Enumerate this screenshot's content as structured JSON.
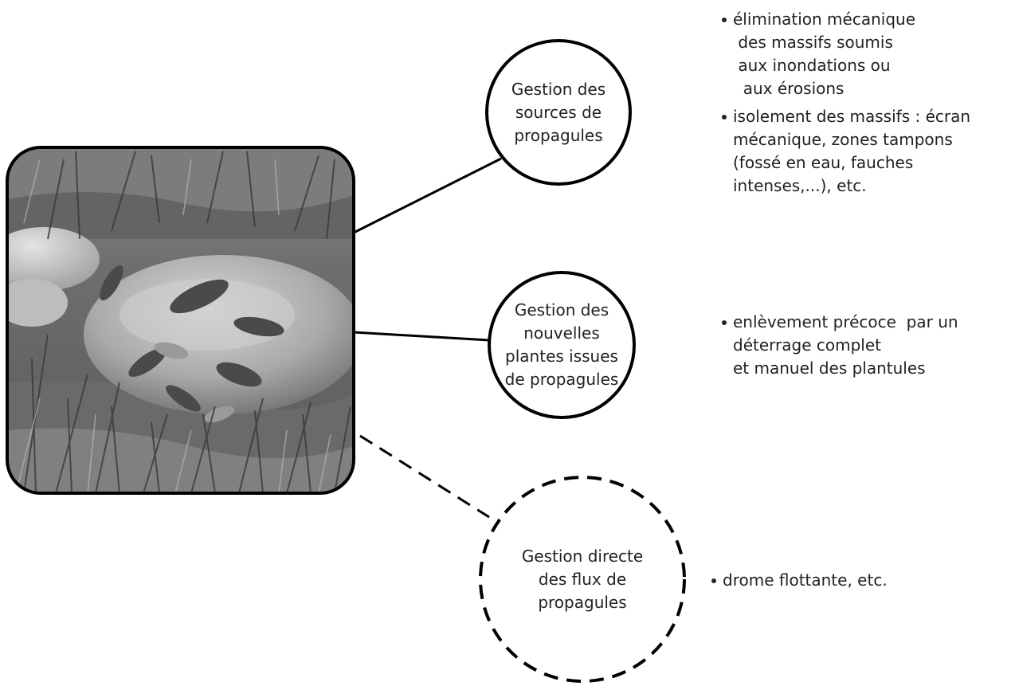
{
  "colors": {
    "stroke": "#000000",
    "text": "#222222",
    "background": "#ffffff"
  },
  "photo": {
    "subject": "grayscale photo of plants and grass growing around a large rock"
  },
  "circles": [
    {
      "id": "sources",
      "lines": [
        "Gestion des",
        "sources de",
        "propagules"
      ],
      "style": "solid"
    },
    {
      "id": "nouvelles",
      "lines": [
        "Gestion des",
        "nouvelles",
        "plantes issues",
        "de propagules"
      ],
      "style": "solid"
    },
    {
      "id": "flux",
      "lines": [
        "Gestion directe",
        "des flux de",
        "propagules"
      ],
      "style": "dashed"
    }
  ],
  "bullets": {
    "sources": [
      {
        "lines": [
          "élimination mécanique",
          " des massifs soumis",
          " aux inondations ou",
          "  aux érosions"
        ]
      },
      {
        "lines": [
          "isolement des massifs : écran",
          "mécanique, zones tampons",
          "(fossé en eau, fauches",
          "intenses,...), etc."
        ]
      }
    ],
    "nouvelles": [
      {
        "lines": [
          "enlèvement précoce  par un",
          "déterrage complet",
          "et manuel des plantules"
        ]
      }
    ],
    "flux": [
      {
        "lines": [
          "drome flottante, etc."
        ]
      }
    ]
  }
}
